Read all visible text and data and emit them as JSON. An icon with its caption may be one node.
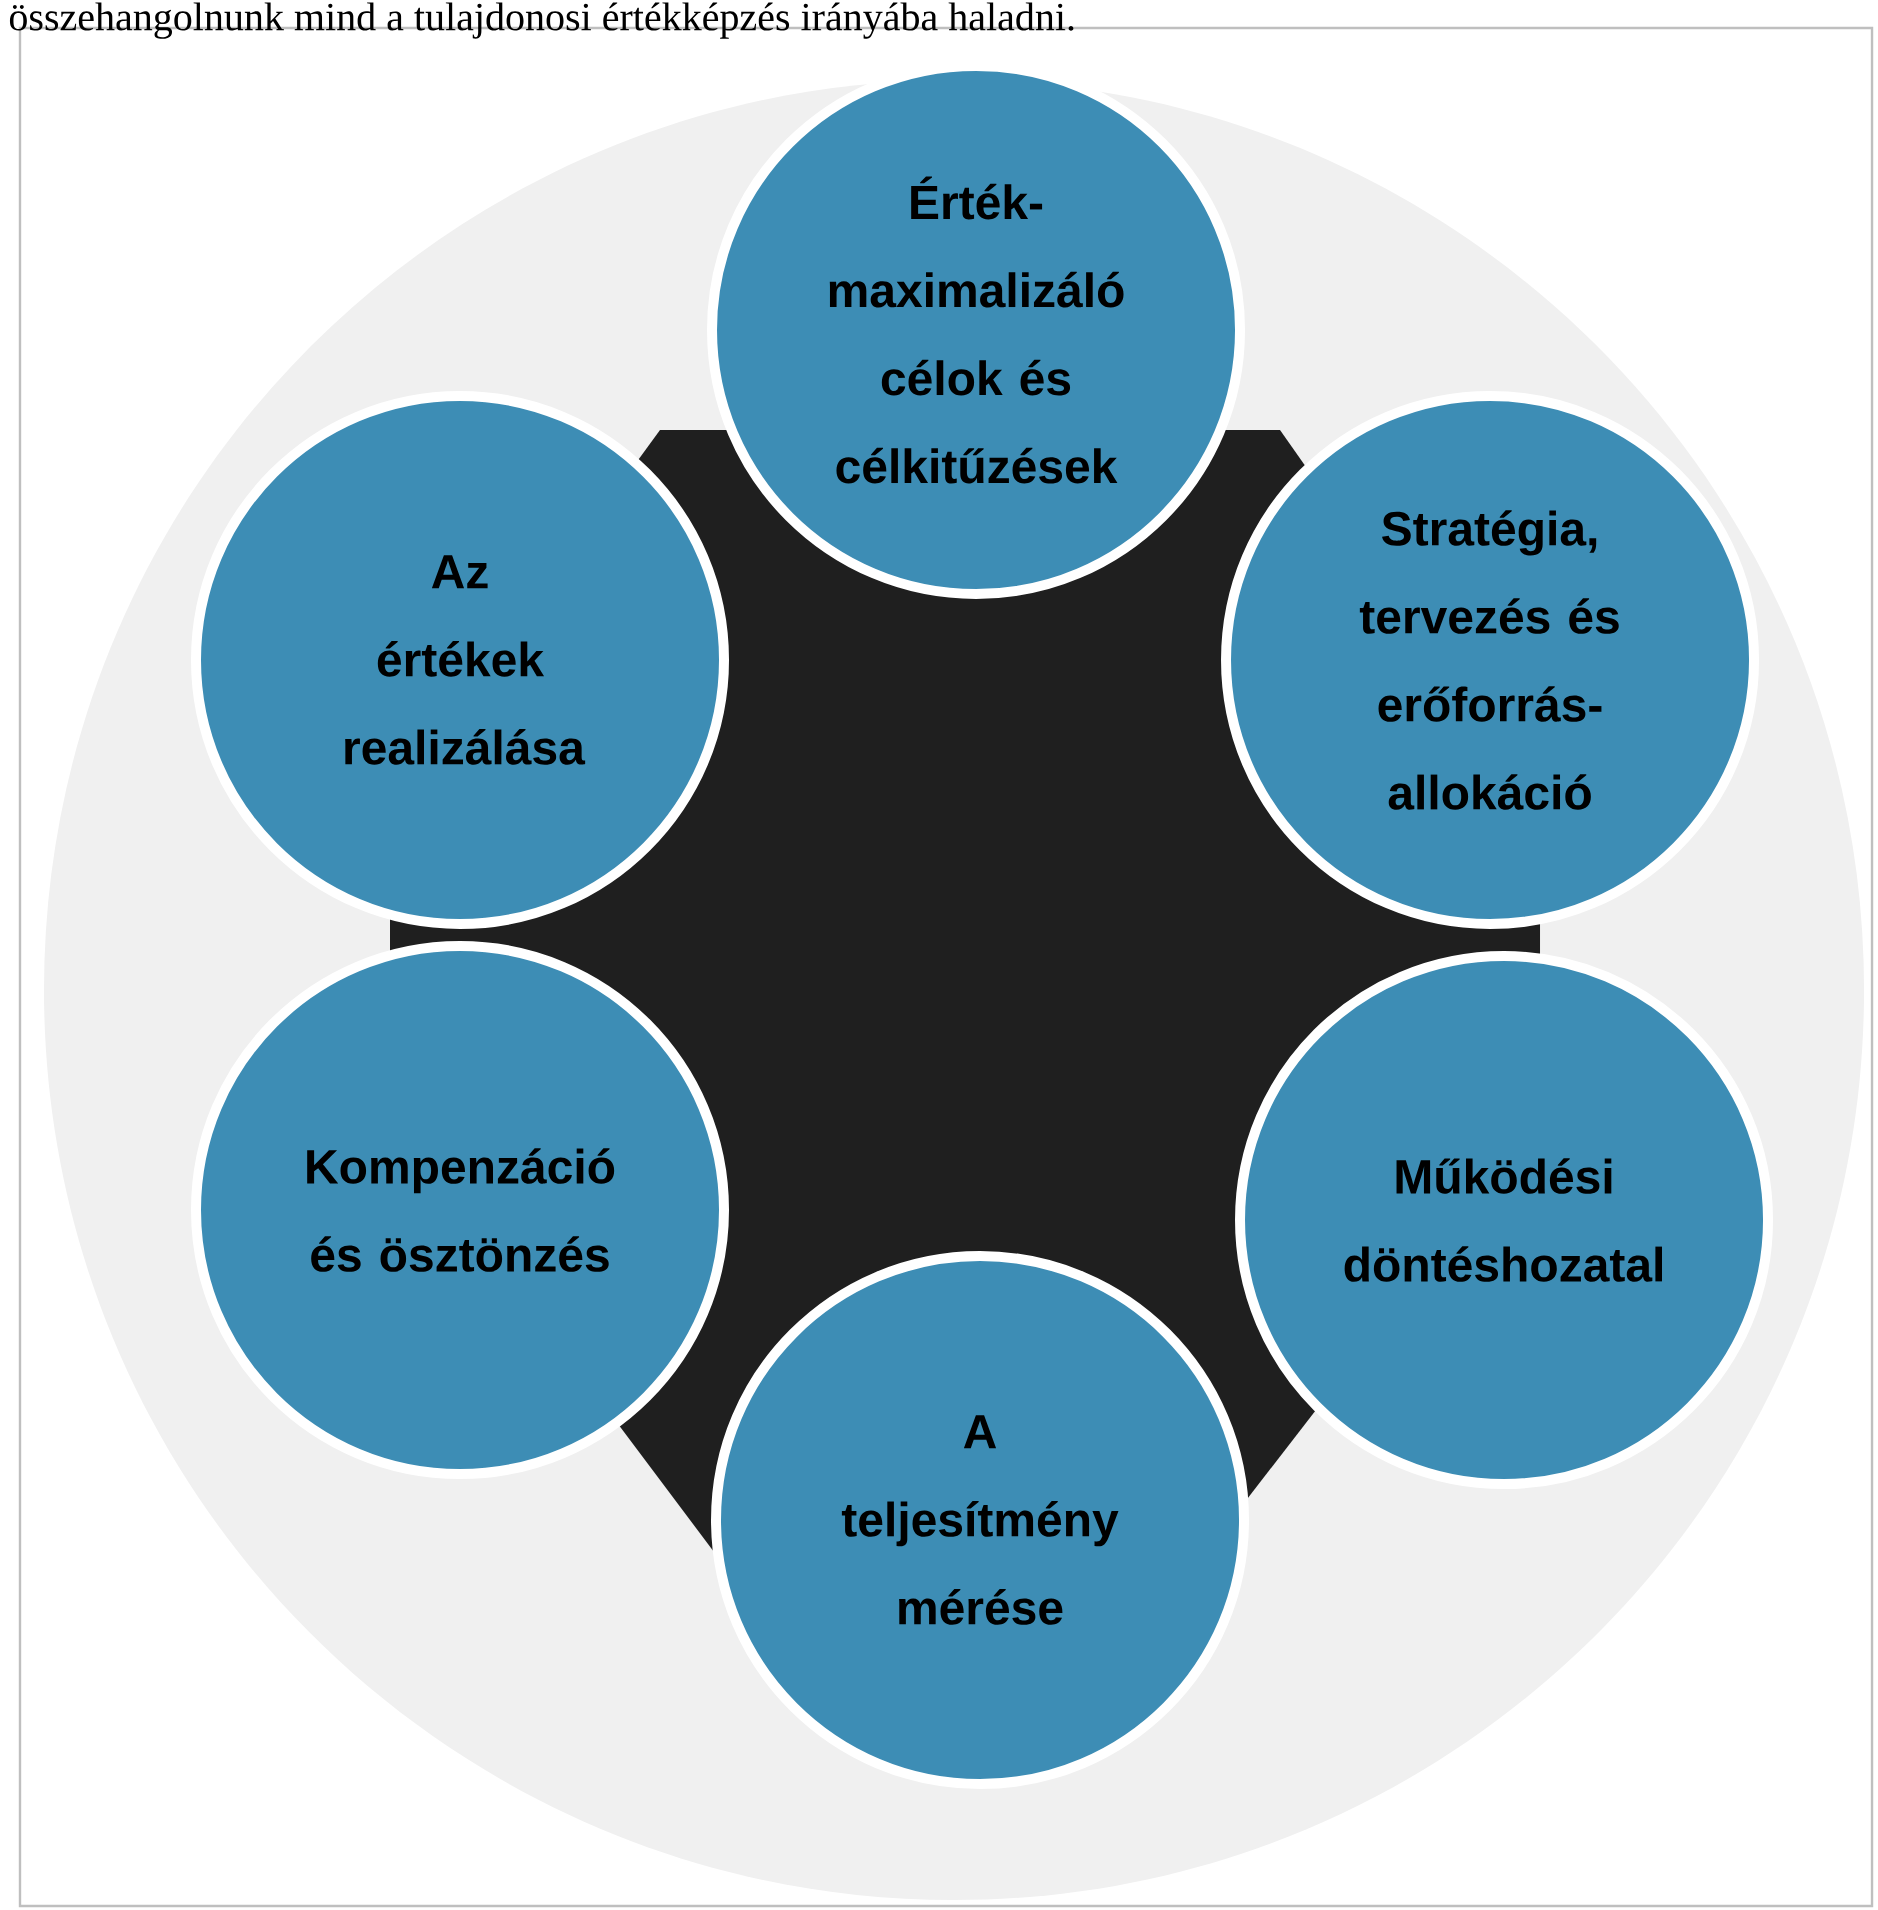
{
  "diagram": {
    "nodes": [
      {
        "text": [
          "Érték-maximalizáló célok és célkitűzések"
        ]
      },
      {
        "text": [
          "Az értékek realizálása"
        ]
      },
      {
        "text": [
          "Stratégia, tervezés és erőforrás-allokáció"
        ]
      },
      {
        "text": [
          "Kompenzáció és ösztönzés"
        ]
      },
      {
        "text": [
          "Működési döntéshozatal"
        ]
      },
      {
        "text": [
          "A teljesítmény mérése"
        ]
      }
    ],
    "labels": [
      "összehangolnunk mind a tulajdonosi értékképzés irányába haladni."
    ]
  }
}
